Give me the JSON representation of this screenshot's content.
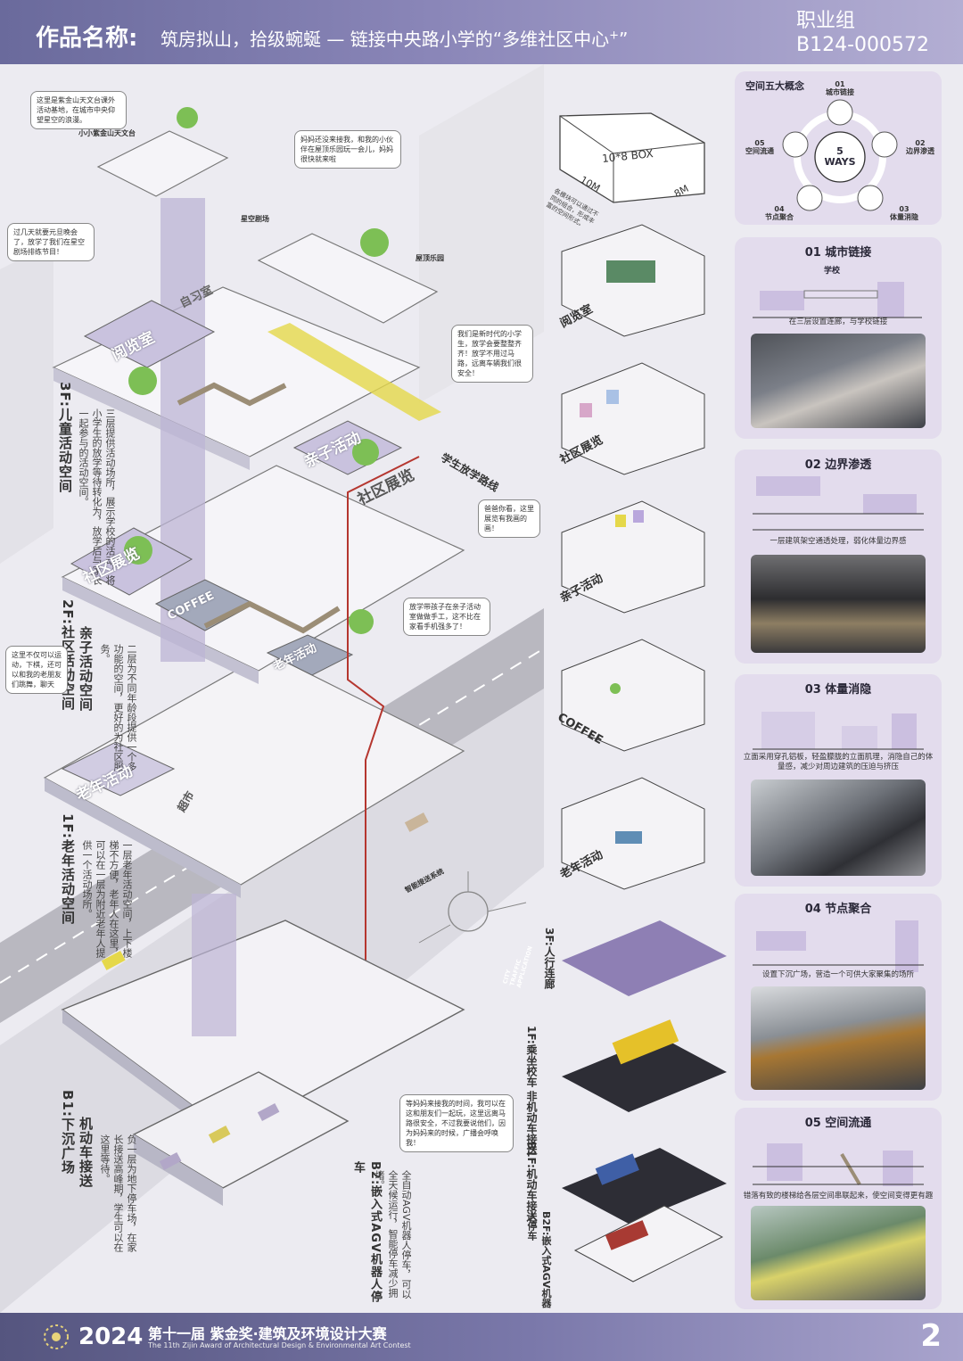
{
  "header": {
    "label": "作品名称:",
    "title": "筑房拟山，拾级蜿蜒 — 链接中央路小学的“多维社区中心",
    "title_sup": "+",
    "title_end": "”",
    "group": "职业组",
    "code": "B124-000572"
  },
  "main": {
    "floors": [
      {
        "title": "3F:儿童活动空间",
        "desc": "三层提供活动场所，展示学校的活动，将小学生的放学等待转化为，放学后与家长一起参与的活动空间。"
      },
      {
        "title": "2F:社区活动空间",
        "title2": "亲子活动空间",
        "desc": "二层为不同年龄段提供一个多功能的空间，更好的为社区服务。"
      },
      {
        "title": "1F:老年活动空间",
        "desc": "一层老年活动空间，上下楼梯不方便，老年人在这里，可以在一层为附近老年人提供一个活动场所。"
      },
      {
        "title": "B1:下沉广场",
        "title2": "机动车接送",
        "desc": "负一层为地下停车场，在家长接送高峰期，学生可以在这里等待。"
      },
      {
        "title": "B2:嵌入式AGV机器人停车",
        "desc": "全自动AGV机器人停车，可以全天候运行，智能停车减少拥堵。"
      }
    ],
    "rooms": [
      "阅览室",
      "亲子活动",
      "社区展览",
      "社区展览",
      "COFFEE",
      "老年活动",
      "超市",
      "自习室"
    ],
    "callouts": [
      "小小紫金山天文台",
      "星空剧场",
      "屋顶乐园",
      "学生放学路线",
      "智能接送系统"
    ],
    "notes": [
      "这里是紫金山天文台课外活动基地，在城市中央仰望星空的浪漫。",
      "过几天就要元旦晚会了，放学了我们在星空剧场排练节目！",
      "妈妈还没来接我，和我的小伙伴在屋顶乐园玩一会儿，妈妈很快就来啦",
      "我们是新时代的小学生，放学会要整整齐齐！放学不用过马路，远离车辆我们很安全！",
      "爸爸你看，这里展览有我画的画！",
      "放学带孩子在亲子活动室做做手工，这不比在家看手机强多了！",
      "这里不仅可以运动，下棋，还可以和我的老朋友们跳舞，聊天",
      "等妈妈来接我的时间，我可以在这和朋友们一起玩，这里远离马路很安全，不过我要说他们，因为妈妈来的时候，广播会呼唤我！"
    ]
  },
  "mid": {
    "box_text": "10*8 BOX",
    "dim_w": "10M",
    "dim_d": "8M",
    "box_desc": "各模块可以通过不同的组合，形成丰富的空间形式。",
    "modules": [
      "阅览室",
      "社区展览",
      "亲子活动",
      "COFFEE",
      "老年活动"
    ],
    "traffic_sign": "CITY TRAFFIC APPLICATION",
    "traffic_levels": [
      {
        "level": "3F:",
        "label": "人行连廊"
      },
      {
        "level": "1F:",
        "label": "乘坐校车 非机动车接送"
      },
      {
        "level": "B1F:",
        "label": "机动车接送"
      },
      {
        "level": "B2F:",
        "label": "嵌入式AGV机器人停车"
      }
    ]
  },
  "right": {
    "concept_title": "空间五大概念",
    "center_text": "5 WAYS",
    "ways": [
      {
        "num": "01",
        "name": "城市链接"
      },
      {
        "num": "02",
        "name": "边界渗透"
      },
      {
        "num": "03",
        "name": "体量消隐"
      },
      {
        "num": "04",
        "name": "节点聚合"
      },
      {
        "num": "05",
        "name": "空间流通"
      }
    ],
    "cards": [
      {
        "title": "01 城市链接",
        "caption": "在三层设置连廊，与学校链接",
        "tag": "学校"
      },
      {
        "title": "02 边界渗透",
        "caption": "一层建筑架空通透处理，弱化体量边界感"
      },
      {
        "title": "03 体量消隐",
        "caption": "立面采用穿孔铝板，轻盈朦胧的立面肌理，消隐自己的体量感，减少对周边建筑的压迫与挤压"
      },
      {
        "title": "04 节点聚合",
        "caption": "设置下沉广场，营造一个可供大家聚集的场所"
      },
      {
        "title": "05 空间流通",
        "caption": "错落有致的楼梯给各层空间串联起来，使空间变得更有趣"
      }
    ]
  },
  "footer": {
    "year": "2024",
    "cn": "第十一届 紫金奖·建筑及环境设计大赛",
    "en": "The 11th Zijin Award of Architectural Design & Environmental Art Contest",
    "page": "2"
  },
  "colors": {
    "accent": "#7b77ad",
    "card": "#e3dced",
    "purple": "#a79bc9",
    "red_route": "#b5362f",
    "yellow": "#e5d84a"
  }
}
